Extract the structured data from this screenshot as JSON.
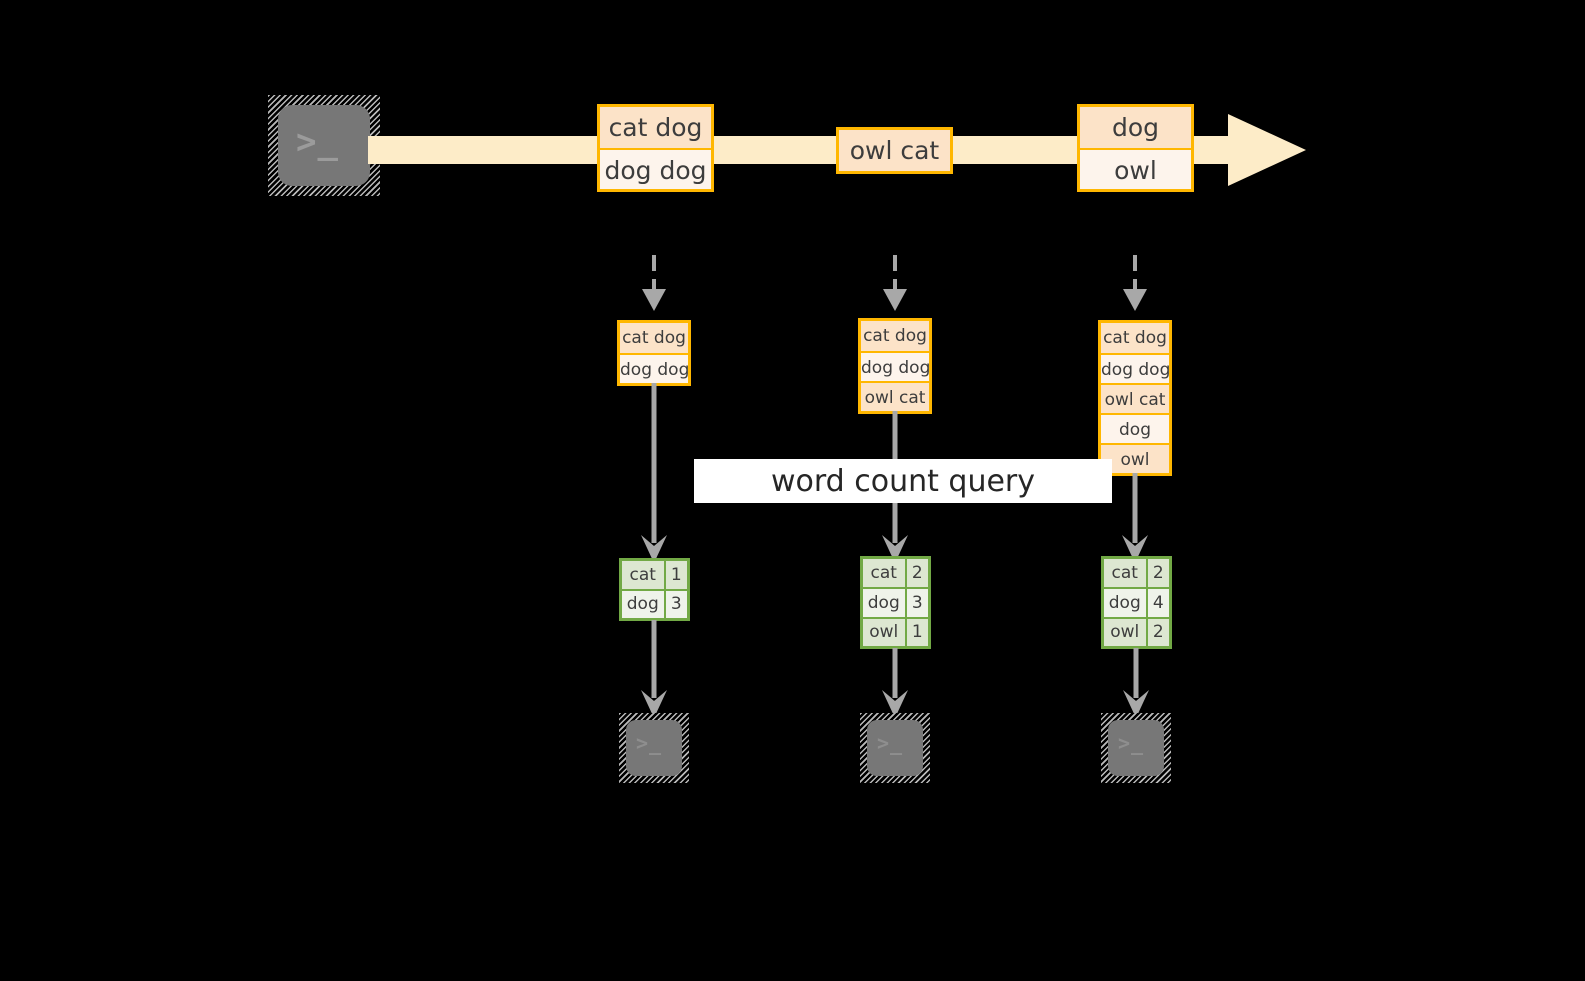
{
  "diagram": {
    "title": "word count streaming query diagram",
    "colors": {
      "background": "#000000",
      "stream_fill": "#fdecc8",
      "record_border": "#ffb700",
      "record_fill_dark": "#fce3c8",
      "record_fill_light": "#fdf4ec",
      "result_border": "#72a945",
      "result_fill_dark": "#dde7d1",
      "result_fill_light": "#eff3ea",
      "connector": "#a8a8a8",
      "terminal_fill": "#777777",
      "label_background": "#ffffff"
    },
    "source": {
      "icon": "terminal-icon",
      "prompt": ">_"
    },
    "stream": {
      "direction": "right",
      "batches": [
        {
          "id": "batch-1",
          "lines": [
            "cat dog",
            "dog dog"
          ]
        },
        {
          "id": "batch-2",
          "lines": [
            "owl cat"
          ]
        },
        {
          "id": "batch-3",
          "lines": [
            "dog",
            "owl"
          ]
        }
      ]
    },
    "query": {
      "label": "word count query"
    },
    "triggers": [
      {
        "id": "trigger-1",
        "input_table": {
          "rows": [
            "cat dog",
            "dog dog"
          ]
        },
        "result_table": {
          "rows": [
            {
              "word": "cat",
              "count": "1"
            },
            {
              "word": "dog",
              "count": "3"
            }
          ]
        },
        "sink": {
          "icon": "terminal-icon",
          "prompt": ">_"
        }
      },
      {
        "id": "trigger-2",
        "input_table": {
          "rows": [
            "cat dog",
            "dog dog",
            "owl cat"
          ]
        },
        "result_table": {
          "rows": [
            {
              "word": "cat",
              "count": "2"
            },
            {
              "word": "dog",
              "count": "3"
            },
            {
              "word": "owl",
              "count": "1"
            }
          ]
        },
        "sink": {
          "icon": "terminal-icon",
          "prompt": ">_"
        }
      },
      {
        "id": "trigger-3",
        "input_table": {
          "rows": [
            "cat dog",
            "dog dog",
            "owl cat",
            "dog",
            "owl"
          ]
        },
        "result_table": {
          "rows": [
            {
              "word": "cat",
              "count": "2"
            },
            {
              "word": "dog",
              "count": "4"
            },
            {
              "word": "owl",
              "count": "2"
            }
          ]
        },
        "sink": {
          "icon": "terminal-icon",
          "prompt": ">_"
        }
      }
    ]
  }
}
